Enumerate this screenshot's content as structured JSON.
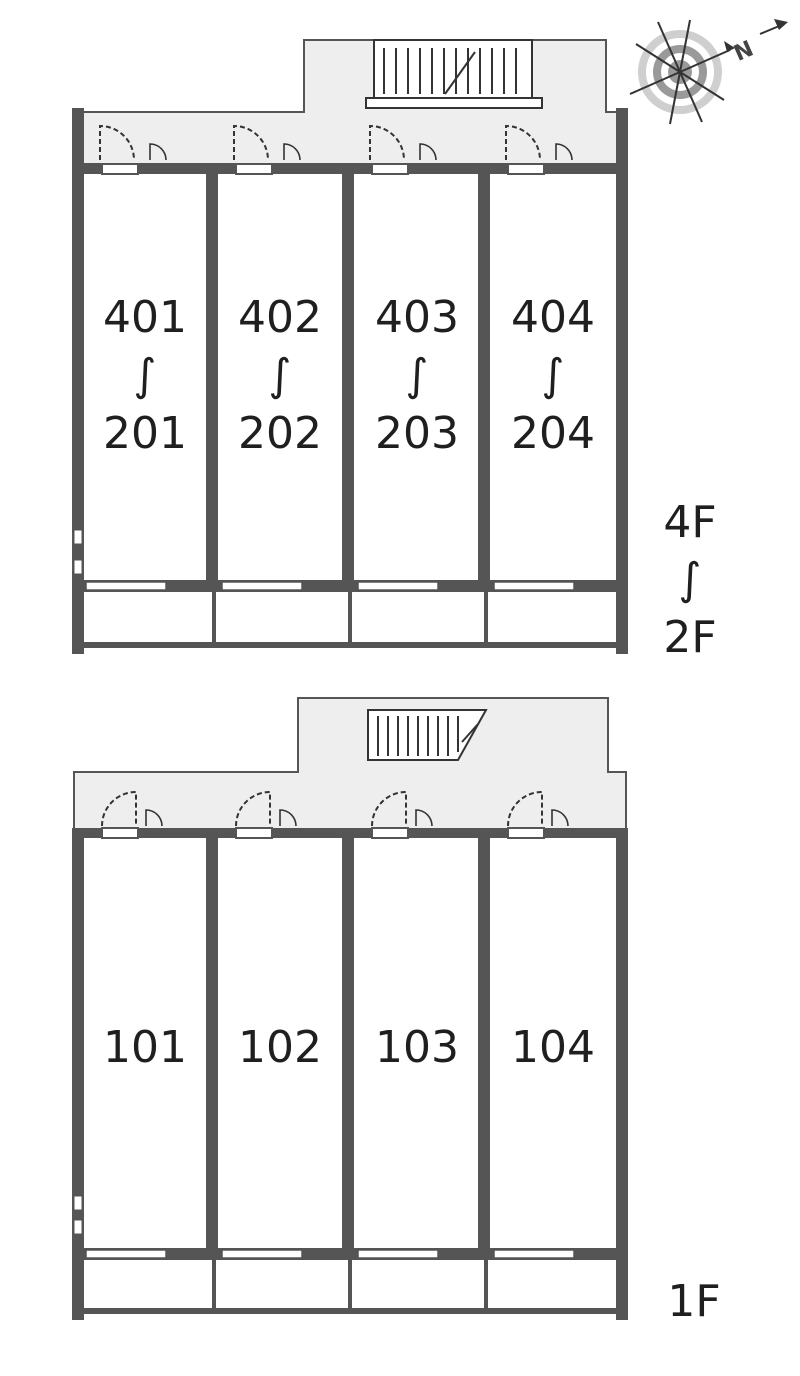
{
  "compass": {
    "label": "N",
    "icon": "compass-icon"
  },
  "upper_block": {
    "floor_label_top": "4F",
    "floor_label_sep": "∫",
    "floor_label_bottom": "2F",
    "units": [
      {
        "top": "401",
        "sep": "∫",
        "bottom": "201"
      },
      {
        "top": "402",
        "sep": "∫",
        "bottom": "202"
      },
      {
        "top": "403",
        "sep": "∫",
        "bottom": "203"
      },
      {
        "top": "404",
        "sep": "∫",
        "bottom": "204"
      }
    ]
  },
  "lower_block": {
    "floor_label": "1F",
    "units": [
      {
        "label": "101"
      },
      {
        "label": "102"
      },
      {
        "label": "103"
      },
      {
        "label": "104"
      }
    ]
  }
}
